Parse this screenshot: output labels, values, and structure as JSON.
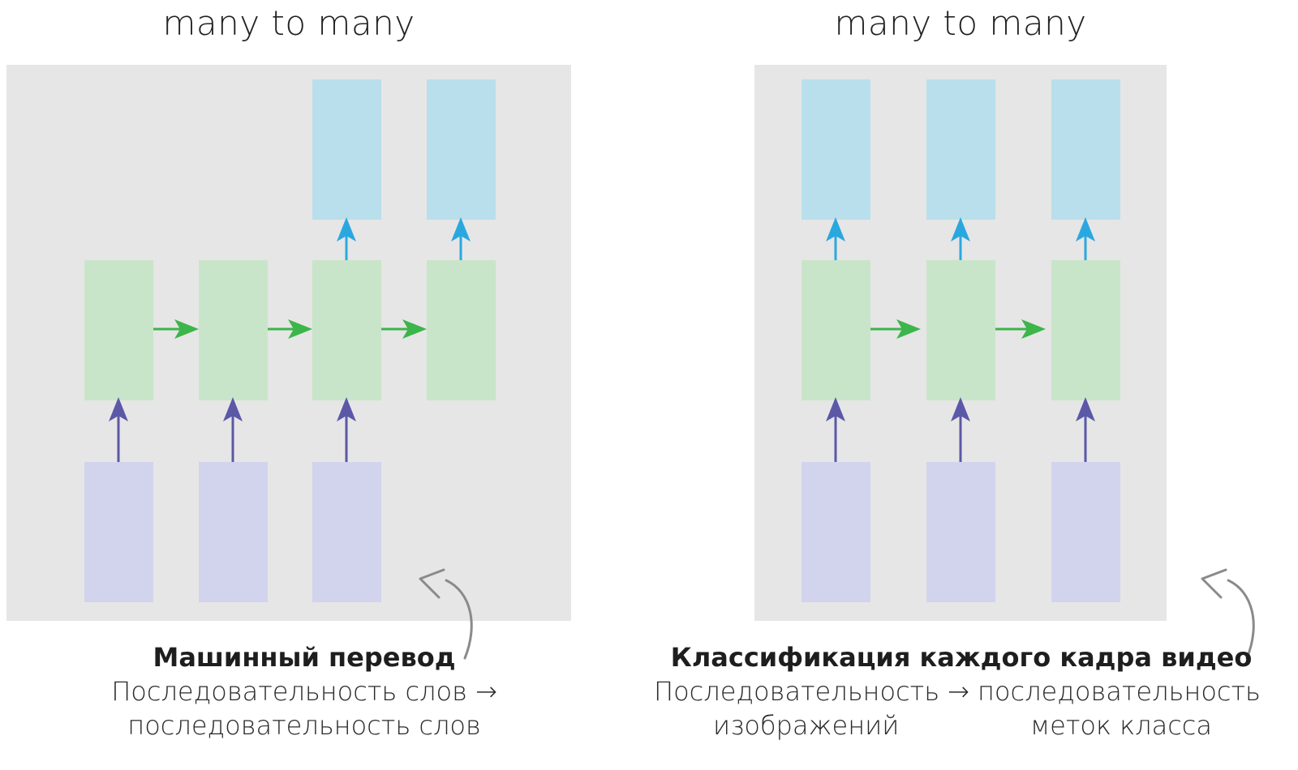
{
  "left": {
    "title": "many to many",
    "caption_title": "Машинный перевод",
    "caption_line1": "Последовательность слов →",
    "caption_line2": "последовательность слов"
  },
  "right": {
    "title": "many to many",
    "caption_title": "Классификация каждого кадра видео",
    "caption_line1_left": "Последовательность",
    "caption_line1_right": "→ последовательность",
    "caption_line2_left": "изображений",
    "caption_line2_right": "меток класса"
  },
  "colors": {
    "panel": "#e6e6e6",
    "output_box": "#b8dfeb",
    "hidden_box": "#c9e5c9",
    "input_box": "#d2d4ee",
    "input_arrow": "#5b58a8",
    "recurrent_arrow": "#3cb54a",
    "output_arrow": "#29a8e0",
    "curve_arrow": "#8a8a8a"
  }
}
